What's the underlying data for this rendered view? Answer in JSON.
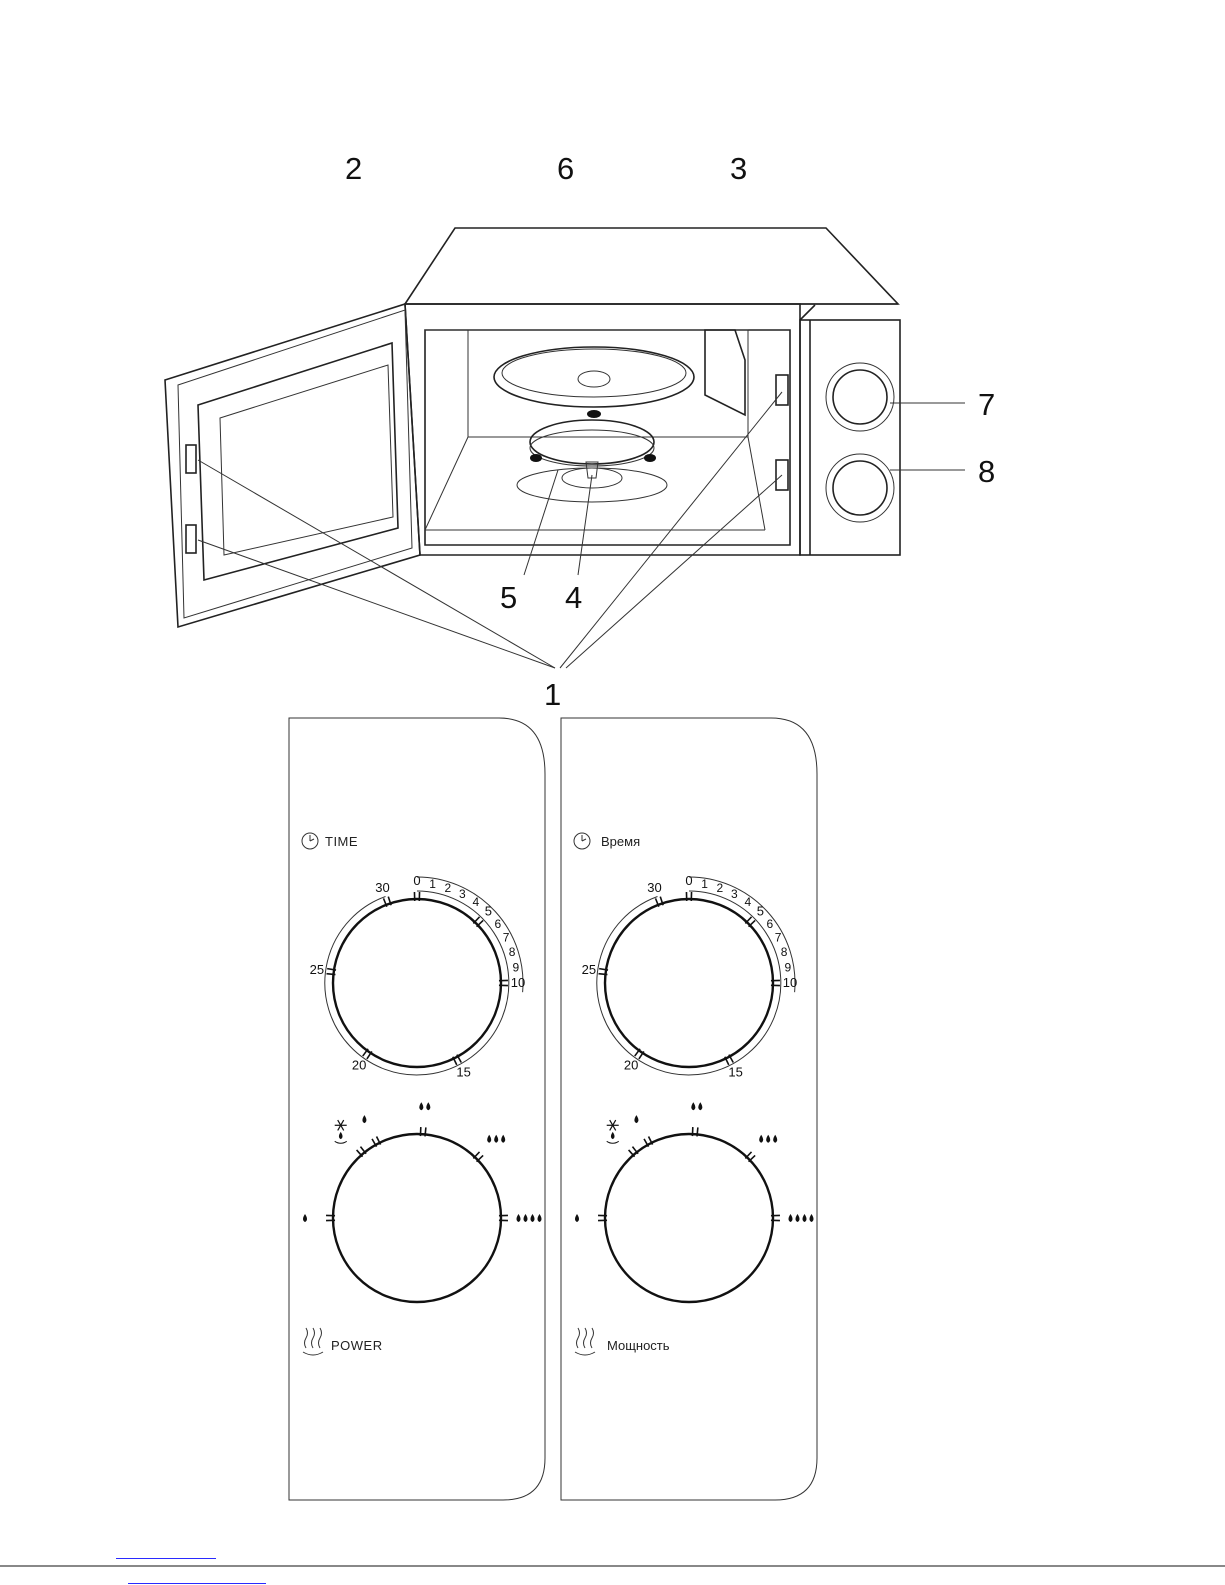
{
  "callouts": {
    "c1": "1",
    "c2": "2",
    "c3": "3",
    "c4": "4",
    "c5": "5",
    "c6": "6",
    "c7": "7",
    "c8": "8"
  },
  "panels": [
    {
      "time_title": "TIME",
      "power_title": "POWER"
    },
    {
      "time_title": "Время",
      "power_title": "Мощность"
    }
  ],
  "timer_scale": {
    "minor": [
      "1",
      "2",
      "3",
      "4",
      "6",
      "7",
      "8",
      "9"
    ],
    "major": [
      "0",
      "5",
      "10",
      "15",
      "20",
      "25",
      "30"
    ]
  },
  "icons": {
    "timer": "clock-icon",
    "power": "steam-heat-icon",
    "defrost": "snowflake-drop-icon",
    "power_levels": [
      "one-drop-icon",
      "one-drop-icon",
      "two-drops-icon",
      "three-drops-icon",
      "four-drops-icon"
    ]
  },
  "colors": {
    "line": "#222222",
    "link": "#2a2aff"
  }
}
